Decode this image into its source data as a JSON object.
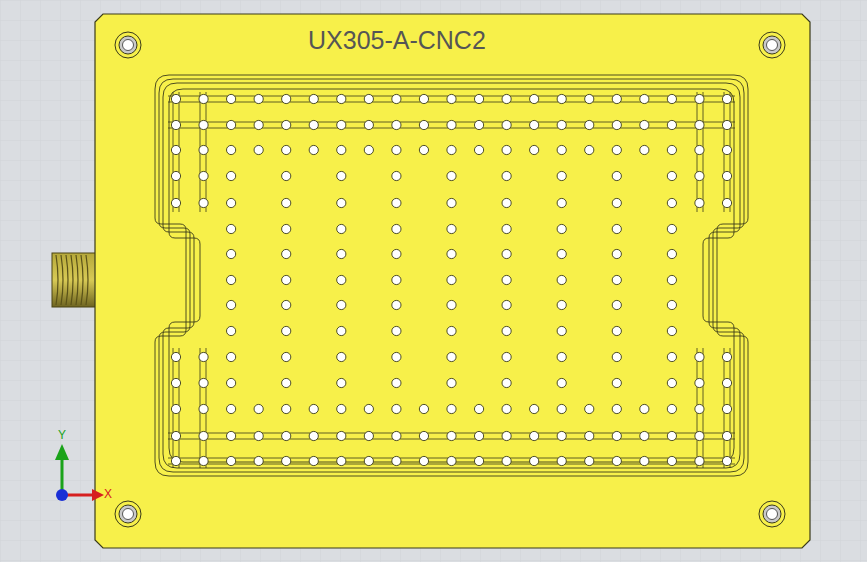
{
  "diagram": {
    "labels": [
      "UX305-A-CNC2",
      "Y",
      "X"
    ]
  }
}
